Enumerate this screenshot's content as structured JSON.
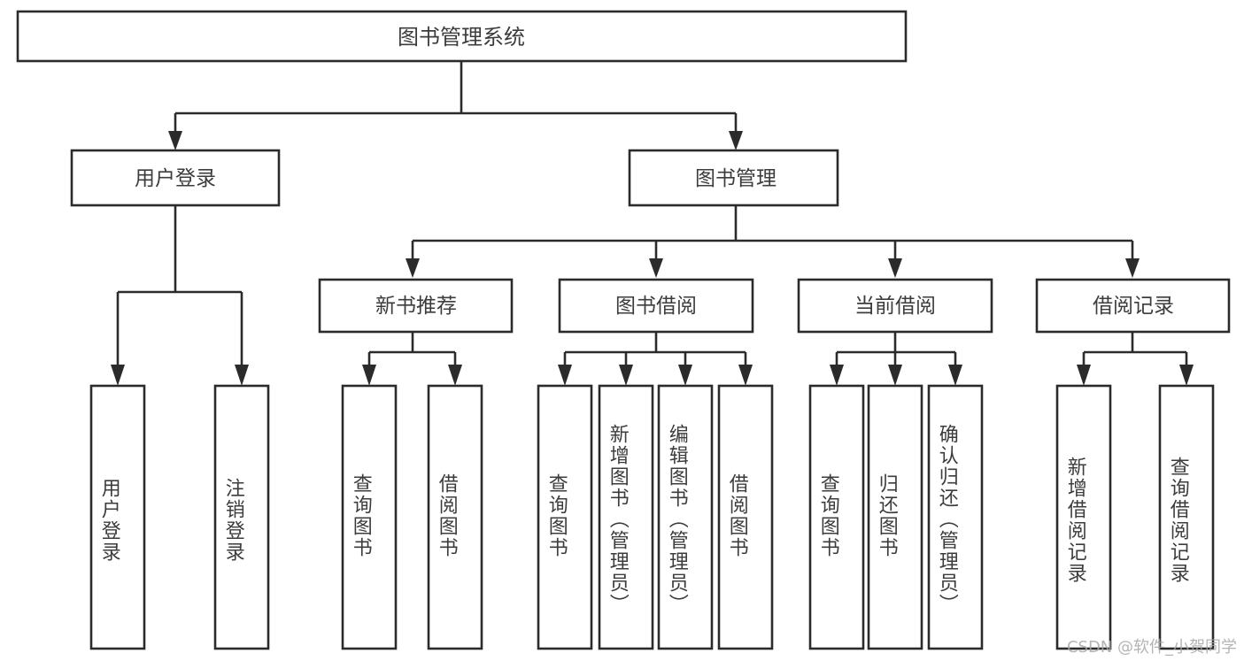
{
  "diagram": {
    "title": "图书管理系统",
    "type": "hierarchy-tree",
    "watermark": "CSDN @软件_小贺同学",
    "colors": {
      "stroke": "#2b2b2b",
      "fill": "#ffffff",
      "text": "#3c3c3c",
      "watermark": "#a8a8a8",
      "background": "#ffffff"
    },
    "levels": {
      "root": {
        "label": "图书管理系统"
      },
      "level2": [
        {
          "id": "user-login",
          "label": "用户登录"
        },
        {
          "id": "book-manage",
          "label": "图书管理"
        }
      ],
      "level3": [
        {
          "id": "new-book-rec",
          "label": "新书推荐"
        },
        {
          "id": "book-borrow",
          "label": "图书借阅"
        },
        {
          "id": "current-borrow",
          "label": "当前借阅"
        },
        {
          "id": "borrow-record",
          "label": "借阅记录"
        }
      ],
      "leaves": {
        "user-login": [
          {
            "id": "leaf-user-login",
            "label": "用户登录"
          },
          {
            "id": "leaf-logout-login",
            "label": "注销登录"
          }
        ],
        "new-book-rec": [
          {
            "id": "leaf-query-book-1",
            "label": "查询图书"
          },
          {
            "id": "leaf-borrow-book-1",
            "label": "借阅图书"
          }
        ],
        "book-borrow": [
          {
            "id": "leaf-query-book-2",
            "label": "查询图书"
          },
          {
            "id": "leaf-add-book",
            "label": "新增图书（管理员）"
          },
          {
            "id": "leaf-edit-book",
            "label": "编辑图书（管理员）"
          },
          {
            "id": "leaf-borrow-book-2",
            "label": "借阅图书"
          }
        ],
        "current-borrow": [
          {
            "id": "leaf-query-book-3",
            "label": "查询图书"
          },
          {
            "id": "leaf-return-book",
            "label": "归还图书"
          },
          {
            "id": "leaf-confirm-return",
            "label": "确认归还（管理员）"
          }
        ],
        "borrow-record": [
          {
            "id": "leaf-add-record",
            "label": "新增借阅记录"
          },
          {
            "id": "leaf-query-record",
            "label": "查询借阅记录"
          }
        ]
      }
    }
  }
}
